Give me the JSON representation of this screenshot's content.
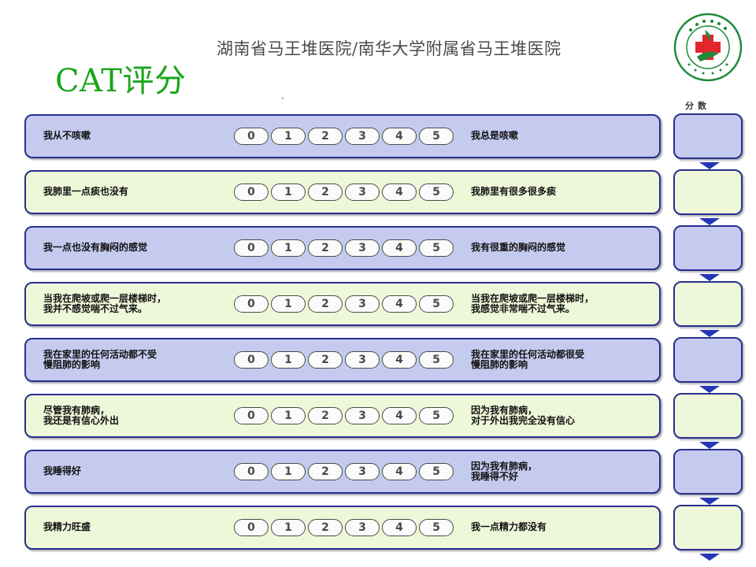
{
  "header": {
    "hospital_name": "湖南省马王堆医院/南华大学附属省马王堆医院",
    "title": "CAT评分",
    "dot": "·",
    "score_column_label": "分数"
  },
  "options": [
    "0",
    "1",
    "2",
    "3",
    "4",
    "5"
  ],
  "items": [
    {
      "left": "我从不咳嗽",
      "right": "我总是咳嗽"
    },
    {
      "left": "我肺里一点痰也没有",
      "right": "我肺里有很多很多痰"
    },
    {
      "left": "我一点也没有胸闷的感觉",
      "right": "我有很重的胸闷的感觉"
    },
    {
      "left": "当我在爬坡或爬一层楼梯时，\n我并不感觉喘不过气来。",
      "right": "当我在爬坡或爬一层楼梯时，\n我感觉非常喘不过气来。"
    },
    {
      "left": "我在家里的任何活动都不受\n慢阻肺的影响",
      "right": "我在家里的任何活动都很受\n慢阻肺的影响"
    },
    {
      "left": "尽管我有肺病，\n我还是有信心外出",
      "right": "因为我有肺病，\n对于外出我完全没有信心"
    },
    {
      "left": "我睡得好",
      "right": "因为我有肺病，\n我睡得不好"
    },
    {
      "left": "我精力旺盛",
      "right": "我一点精力都没有"
    }
  ],
  "colors": {
    "row_blue": "#c5cbef",
    "row_green": "#eef7d8",
    "border": "#27308f",
    "title_green": "#1aa51a",
    "arrow": "#2536b8"
  }
}
